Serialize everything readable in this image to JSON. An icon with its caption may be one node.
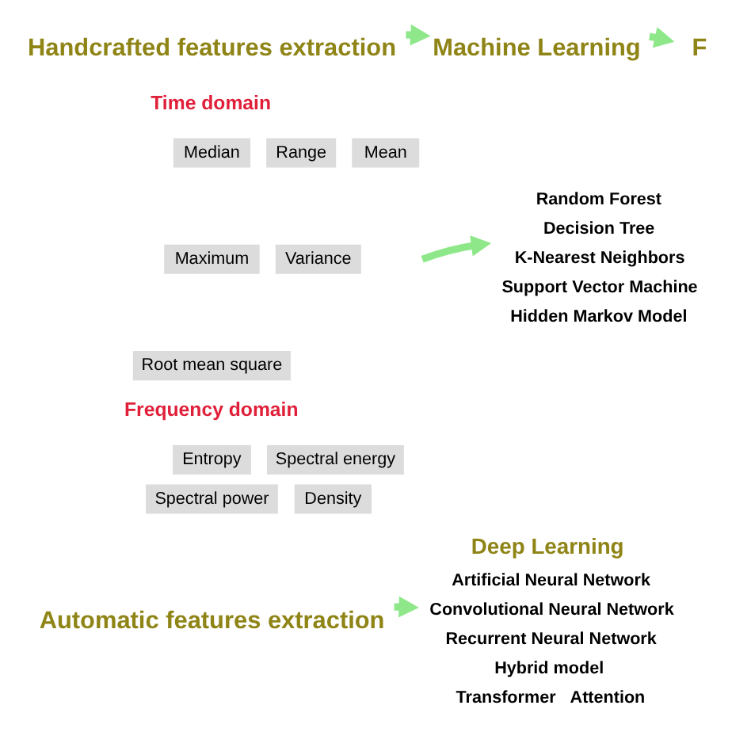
{
  "diagram": {
    "nodes": [
      {
        "text": [
          "Handcrafted features extraction"
        ]
      },
      {
        "text": [
          "Machine Learning"
        ]
      },
      {
        "text": [
          "F"
        ]
      },
      {
        "text": [
          "Time domain"
        ]
      },
      {
        "text": [
          "Median"
        ]
      },
      {
        "text": [
          "Range"
        ]
      },
      {
        "text": [
          "Mean"
        ]
      },
      {
        "text": [
          "Maximum"
        ]
      },
      {
        "text": [
          "Variance"
        ]
      },
      {
        "text": [
          "Root mean square"
        ]
      },
      {
        "text": [
          "Frequency domain"
        ]
      },
      {
        "text": [
          "Entropy"
        ]
      },
      {
        "text": [
          "Spectral energy"
        ]
      },
      {
        "text": [
          "Spectral power"
        ]
      },
      {
        "text": [
          "Density"
        ]
      },
      {
        "text": [
          "Random Forest",
          "Decision Tree",
          "K-Nearest Neighbors",
          "Support Vector Machine",
          "Hidden Markov Model"
        ]
      },
      {
        "text": [
          "Automatic features extraction"
        ]
      },
      {
        "text": [
          "Deep Learning",
          "Artificial Neural Network",
          "Convolutional Neural Network",
          "Recurrent Neural Network",
          "Hybrid model",
          "Transformer   Attention"
        ]
      }
    ],
    "edges": [
      {
        "from": 0,
        "to": 1,
        "arrow": "to"
      },
      {
        "from": 1,
        "to": 2,
        "arrow": "to"
      },
      {
        "from": null,
        "to": 15,
        "arrow": "to"
      },
      {
        "from": 16,
        "to": 17,
        "arrow": "to"
      }
    ]
  }
}
